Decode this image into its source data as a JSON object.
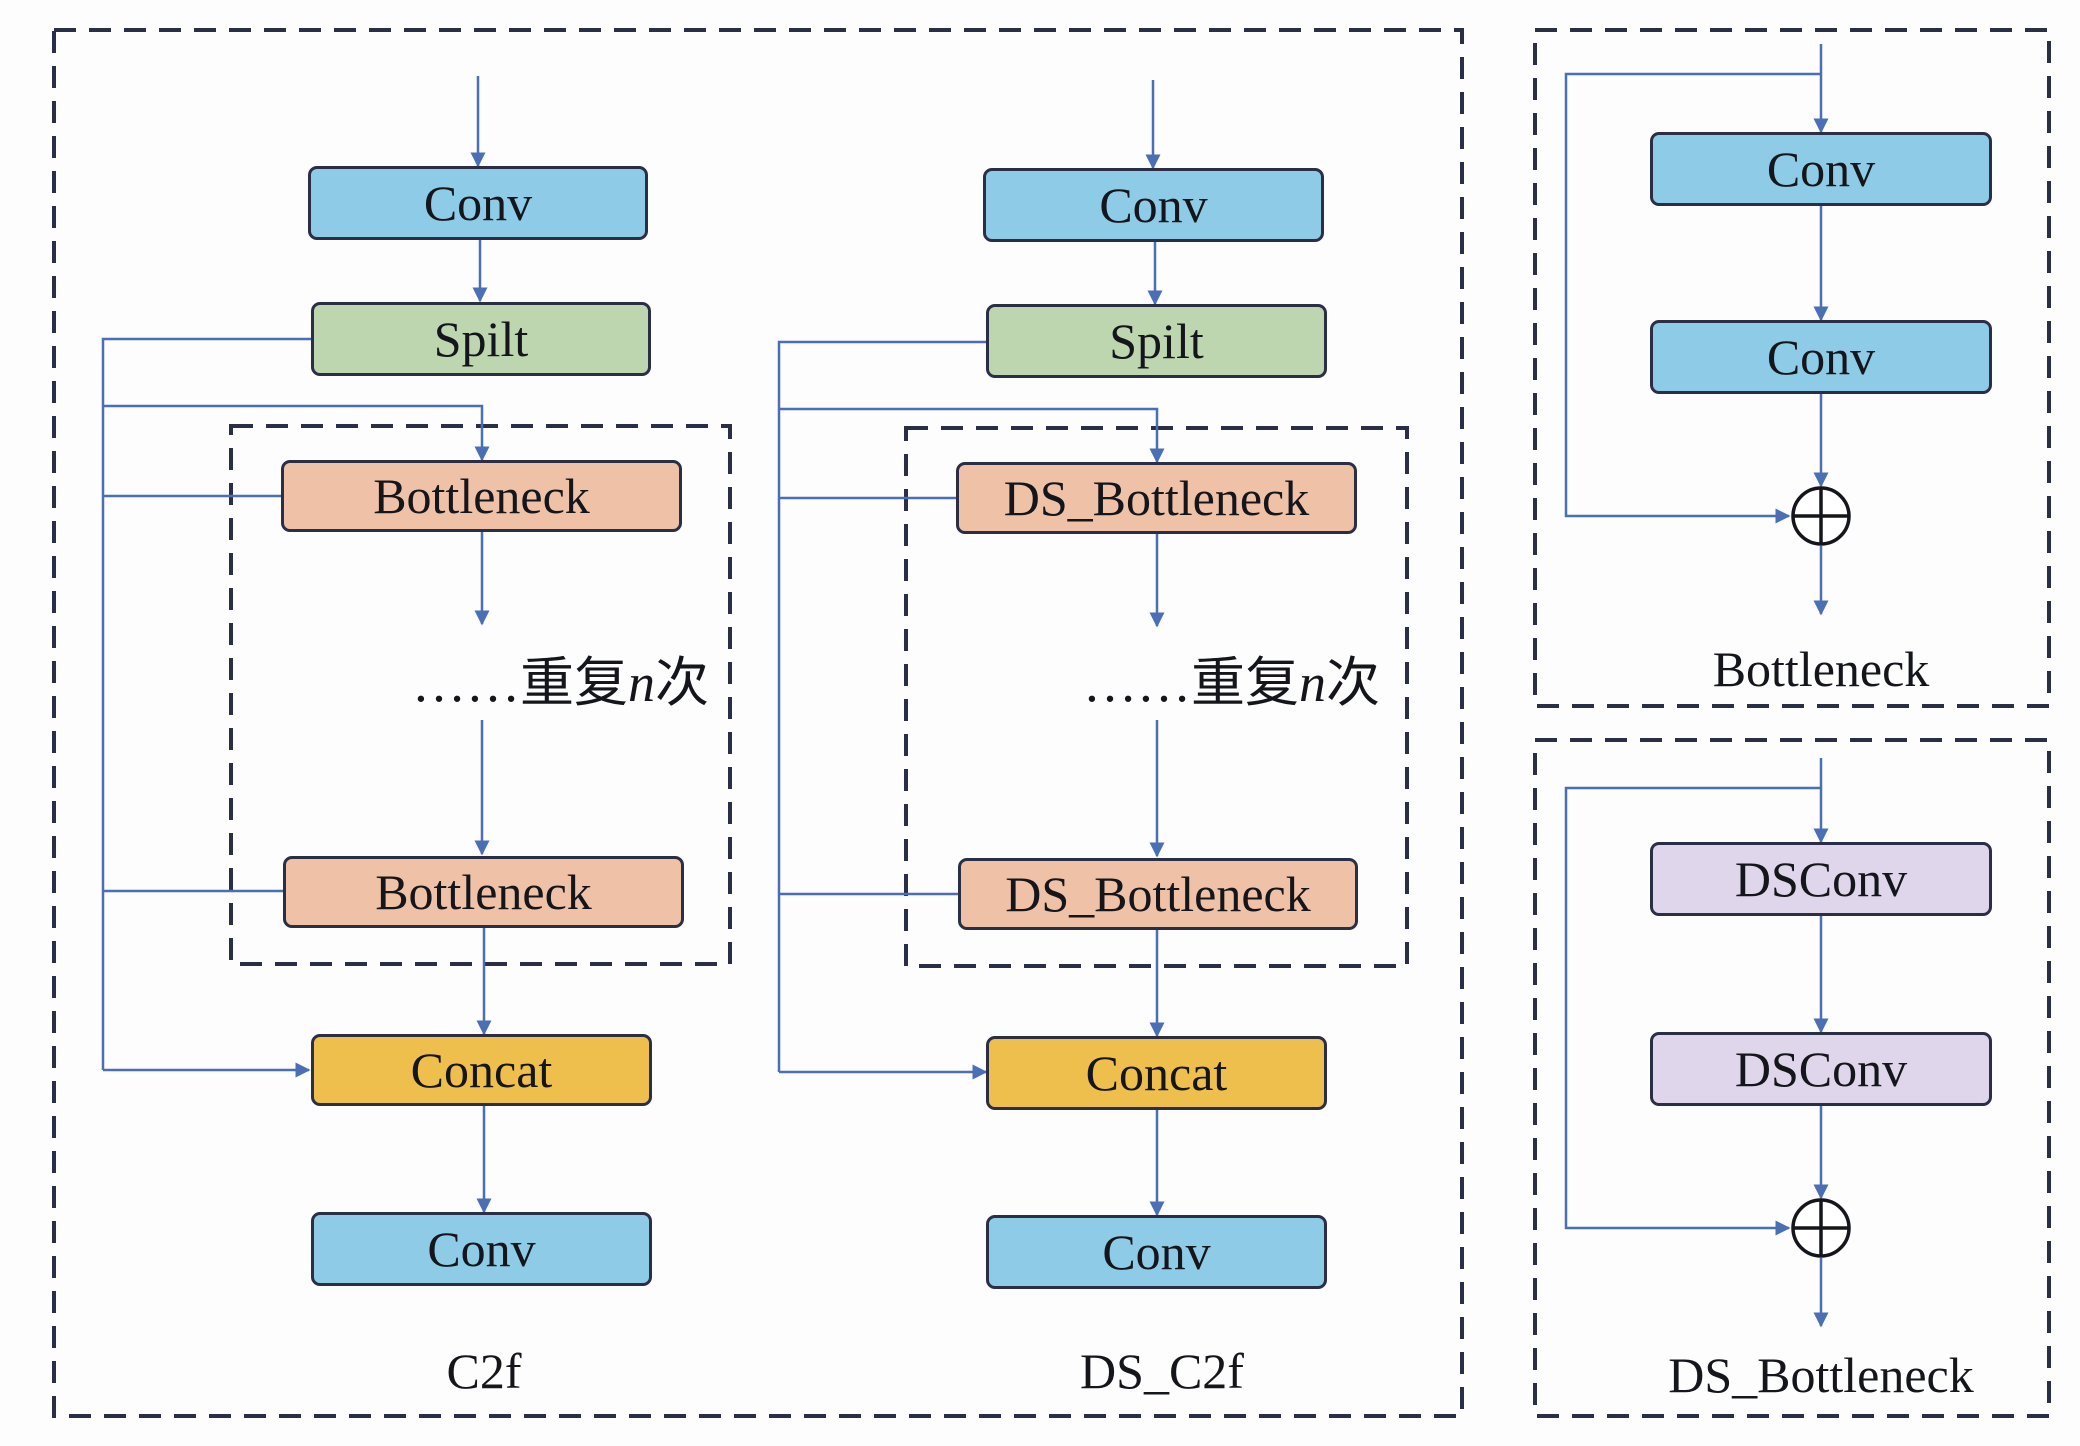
{
  "c2f": {
    "title": "C2f",
    "conv_top": "Conv",
    "split": "Spilt",
    "bottleneck_first": "Bottleneck",
    "bottleneck_last": "Bottleneck",
    "repeat_dots": "……",
    "repeat_prefix": "重复",
    "repeat_n": "n",
    "repeat_suffix": "次",
    "concat": "Concat",
    "conv_bottom": "Conv"
  },
  "ds_c2f": {
    "title": "DS_C2f",
    "conv_top": "Conv",
    "split": "Spilt",
    "bottleneck_first": "DS_Bottleneck",
    "bottleneck_last": "DS_Bottleneck",
    "repeat_dots": "……",
    "repeat_prefix": "重复",
    "repeat_n": "n",
    "repeat_suffix": "次",
    "concat": "Concat",
    "conv_bottom": "Conv"
  },
  "bottleneck": {
    "title": "Bottleneck",
    "conv1": "Conv",
    "conv2": "Conv"
  },
  "ds_bottleneck": {
    "title": "DS_Bottleneck",
    "conv1": "DSConv",
    "conv2": "DSConv"
  },
  "colors": {
    "conv": "#8ecbe6",
    "split": "#bed6b0",
    "bottleneck": "#efc2a8",
    "concat": "#eebf4c",
    "dsconv": "#e0d6ec",
    "arrow": "#4a6fb5",
    "frame": "#2b2f45"
  },
  "icons": [
    "add-circle-icon"
  ]
}
